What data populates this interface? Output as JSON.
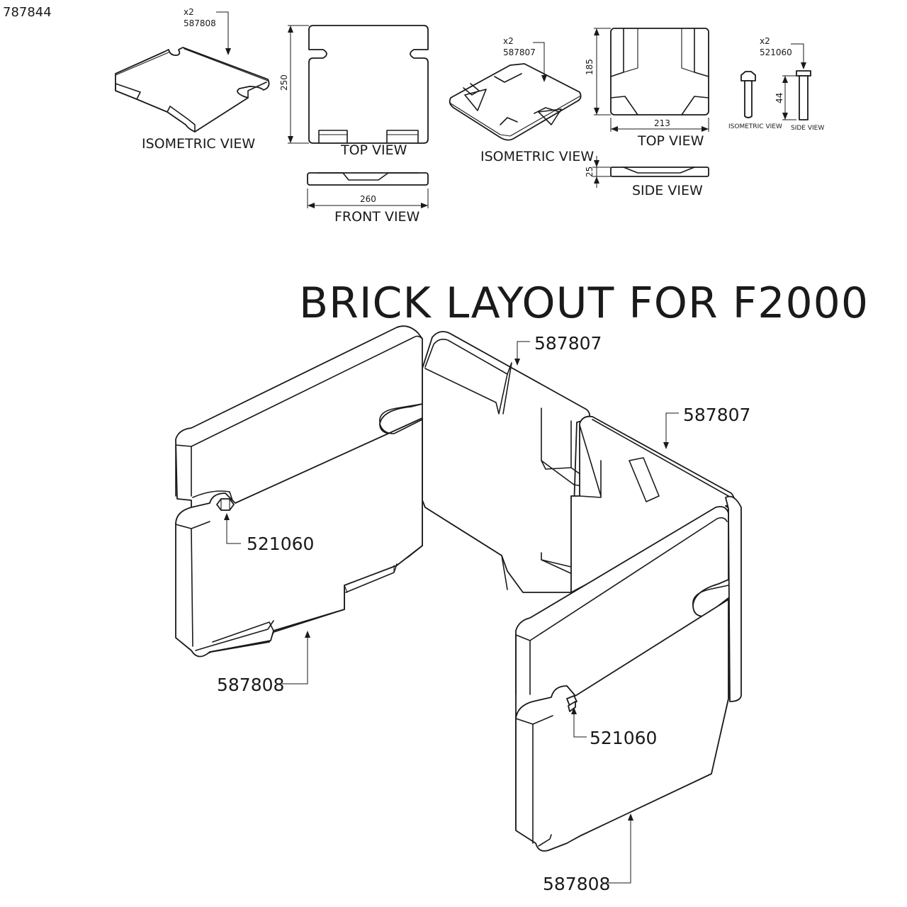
{
  "drawing_number": "787844",
  "title": "BRICK LAYOUT FOR F2000",
  "parts": {
    "a": {
      "part_number": "587808",
      "quantity": "x2"
    },
    "b": {
      "part_number": "587807",
      "quantity": "x2"
    },
    "c": {
      "part_number": "521060",
      "quantity": "x2"
    }
  },
  "views": {
    "isometric": "ISOMETRIC VIEW",
    "top": "TOP VIEW",
    "front": "FRONT VIEW",
    "side": "SIDE VIEW"
  },
  "dimensions": {
    "a_height": "250",
    "a_width": "260",
    "b_height": "185",
    "b_width": "213",
    "b_thickness": "25",
    "c_length": "44"
  },
  "callouts": {
    "top_left": "587807",
    "top_right": "587807",
    "pin_left": "521060",
    "pin_right": "521060",
    "brick_left": "587808",
    "brick_right": "587808"
  },
  "colors": {
    "line": "#1a1a1a",
    "background": "#ffffff"
  }
}
